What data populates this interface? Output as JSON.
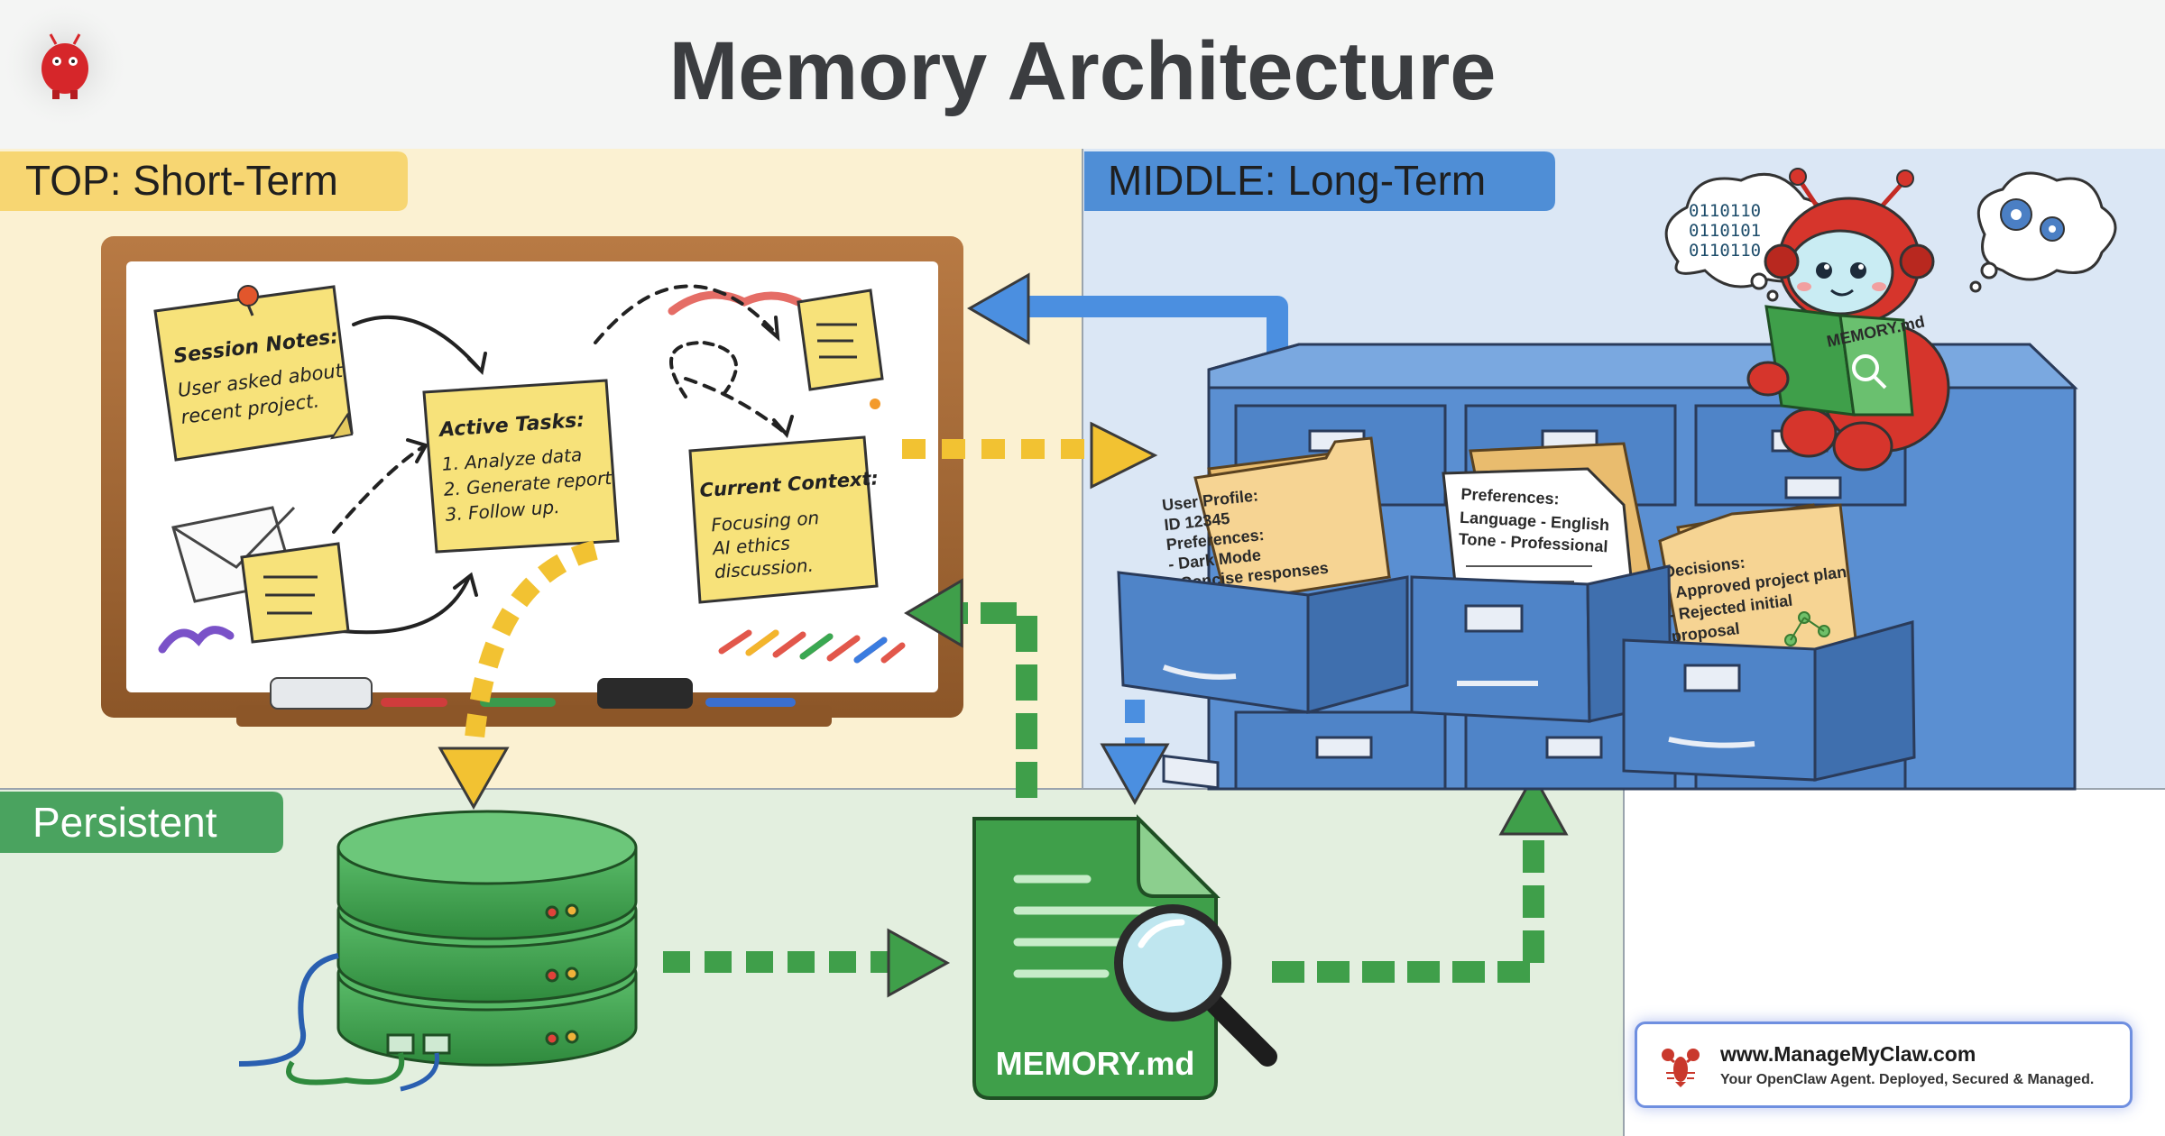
{
  "title": "Memory Architecture",
  "sections": {
    "short_term": "TOP: Short-Term",
    "long_term": "MIDDLE: Long-Term",
    "persistent": "Persistent"
  },
  "whiteboard": {
    "session_notes": {
      "heading": "Session Notes:",
      "lines": [
        "User asked about",
        "recent project."
      ]
    },
    "active_tasks": {
      "heading": "Active Tasks:",
      "lines": [
        "1. Analyze data",
        "2. Generate report",
        "3. Follow up."
      ]
    },
    "current_context": {
      "heading": "Current Context:",
      "lines": [
        "Focusing on",
        "AI ethics",
        "discussion."
      ]
    }
  },
  "robot": {
    "binary_lines": [
      "0110110",
      "0110101",
      "0110110"
    ],
    "book_label": "MEMORY.md"
  },
  "folders": {
    "user_profile": [
      "User Profile:",
      "ID 12345",
      "Preferences:",
      "- Dark Mode",
      "- Concise responses"
    ],
    "preferences": [
      "Preferences:",
      "Language - English",
      "Tone - Professional"
    ],
    "decisions": [
      "Decisions:",
      "- Approved project plan",
      "- Rejected initial",
      "proposal"
    ]
  },
  "memory_file": "MEMORY.md",
  "badge": {
    "url": "www.ManageMyClaw.com",
    "tagline": "Your OpenClaw Agent. Deployed, Secured & Managed."
  },
  "colors": {
    "short_term_bg": "#fbf1d2",
    "long_term_bg": "#dbe7f5",
    "persistent_bg": "#e3efdf",
    "yellow_tab": "#f7d672",
    "blue_tab": "#4f8ed6",
    "green_tab": "#4aa35f",
    "arrow_blue": "#4b8fe0",
    "arrow_yellow": "#f2c232",
    "arrow_green": "#3f9f4a"
  }
}
